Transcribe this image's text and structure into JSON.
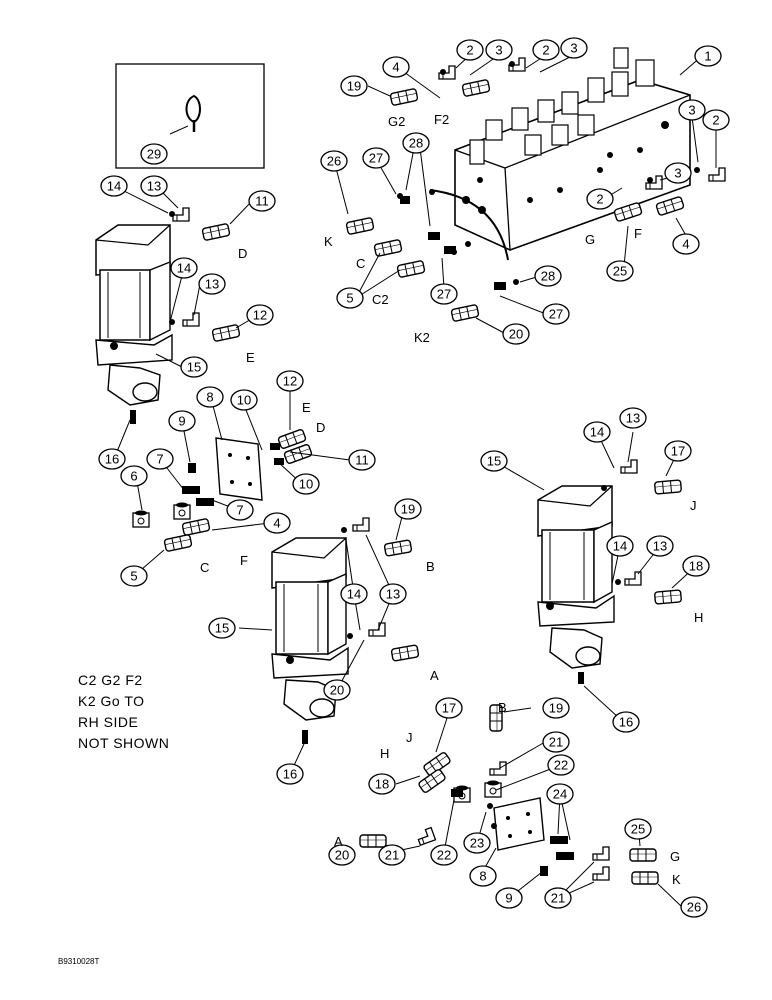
{
  "diagram": {
    "callouts": [
      "1",
      "2",
      "3",
      "4",
      "5",
      "6",
      "7",
      "8",
      "9",
      "10",
      "11",
      "12",
      "13",
      "14",
      "15",
      "16",
      "17",
      "18",
      "19",
      "20",
      "21",
      "22",
      "23",
      "24",
      "25",
      "26",
      "27",
      "28",
      "29"
    ],
    "letter_labels": [
      "A",
      "B",
      "C",
      "C2",
      "D",
      "E",
      "F",
      "F2",
      "G",
      "G2",
      "H",
      "J",
      "K",
      "K2"
    ],
    "note_lines": [
      "C2 G2 F2",
      "K2 Go TO",
      "RH SIDE",
      "NOT SHOWN"
    ],
    "drawing_code": "B9310028T"
  }
}
